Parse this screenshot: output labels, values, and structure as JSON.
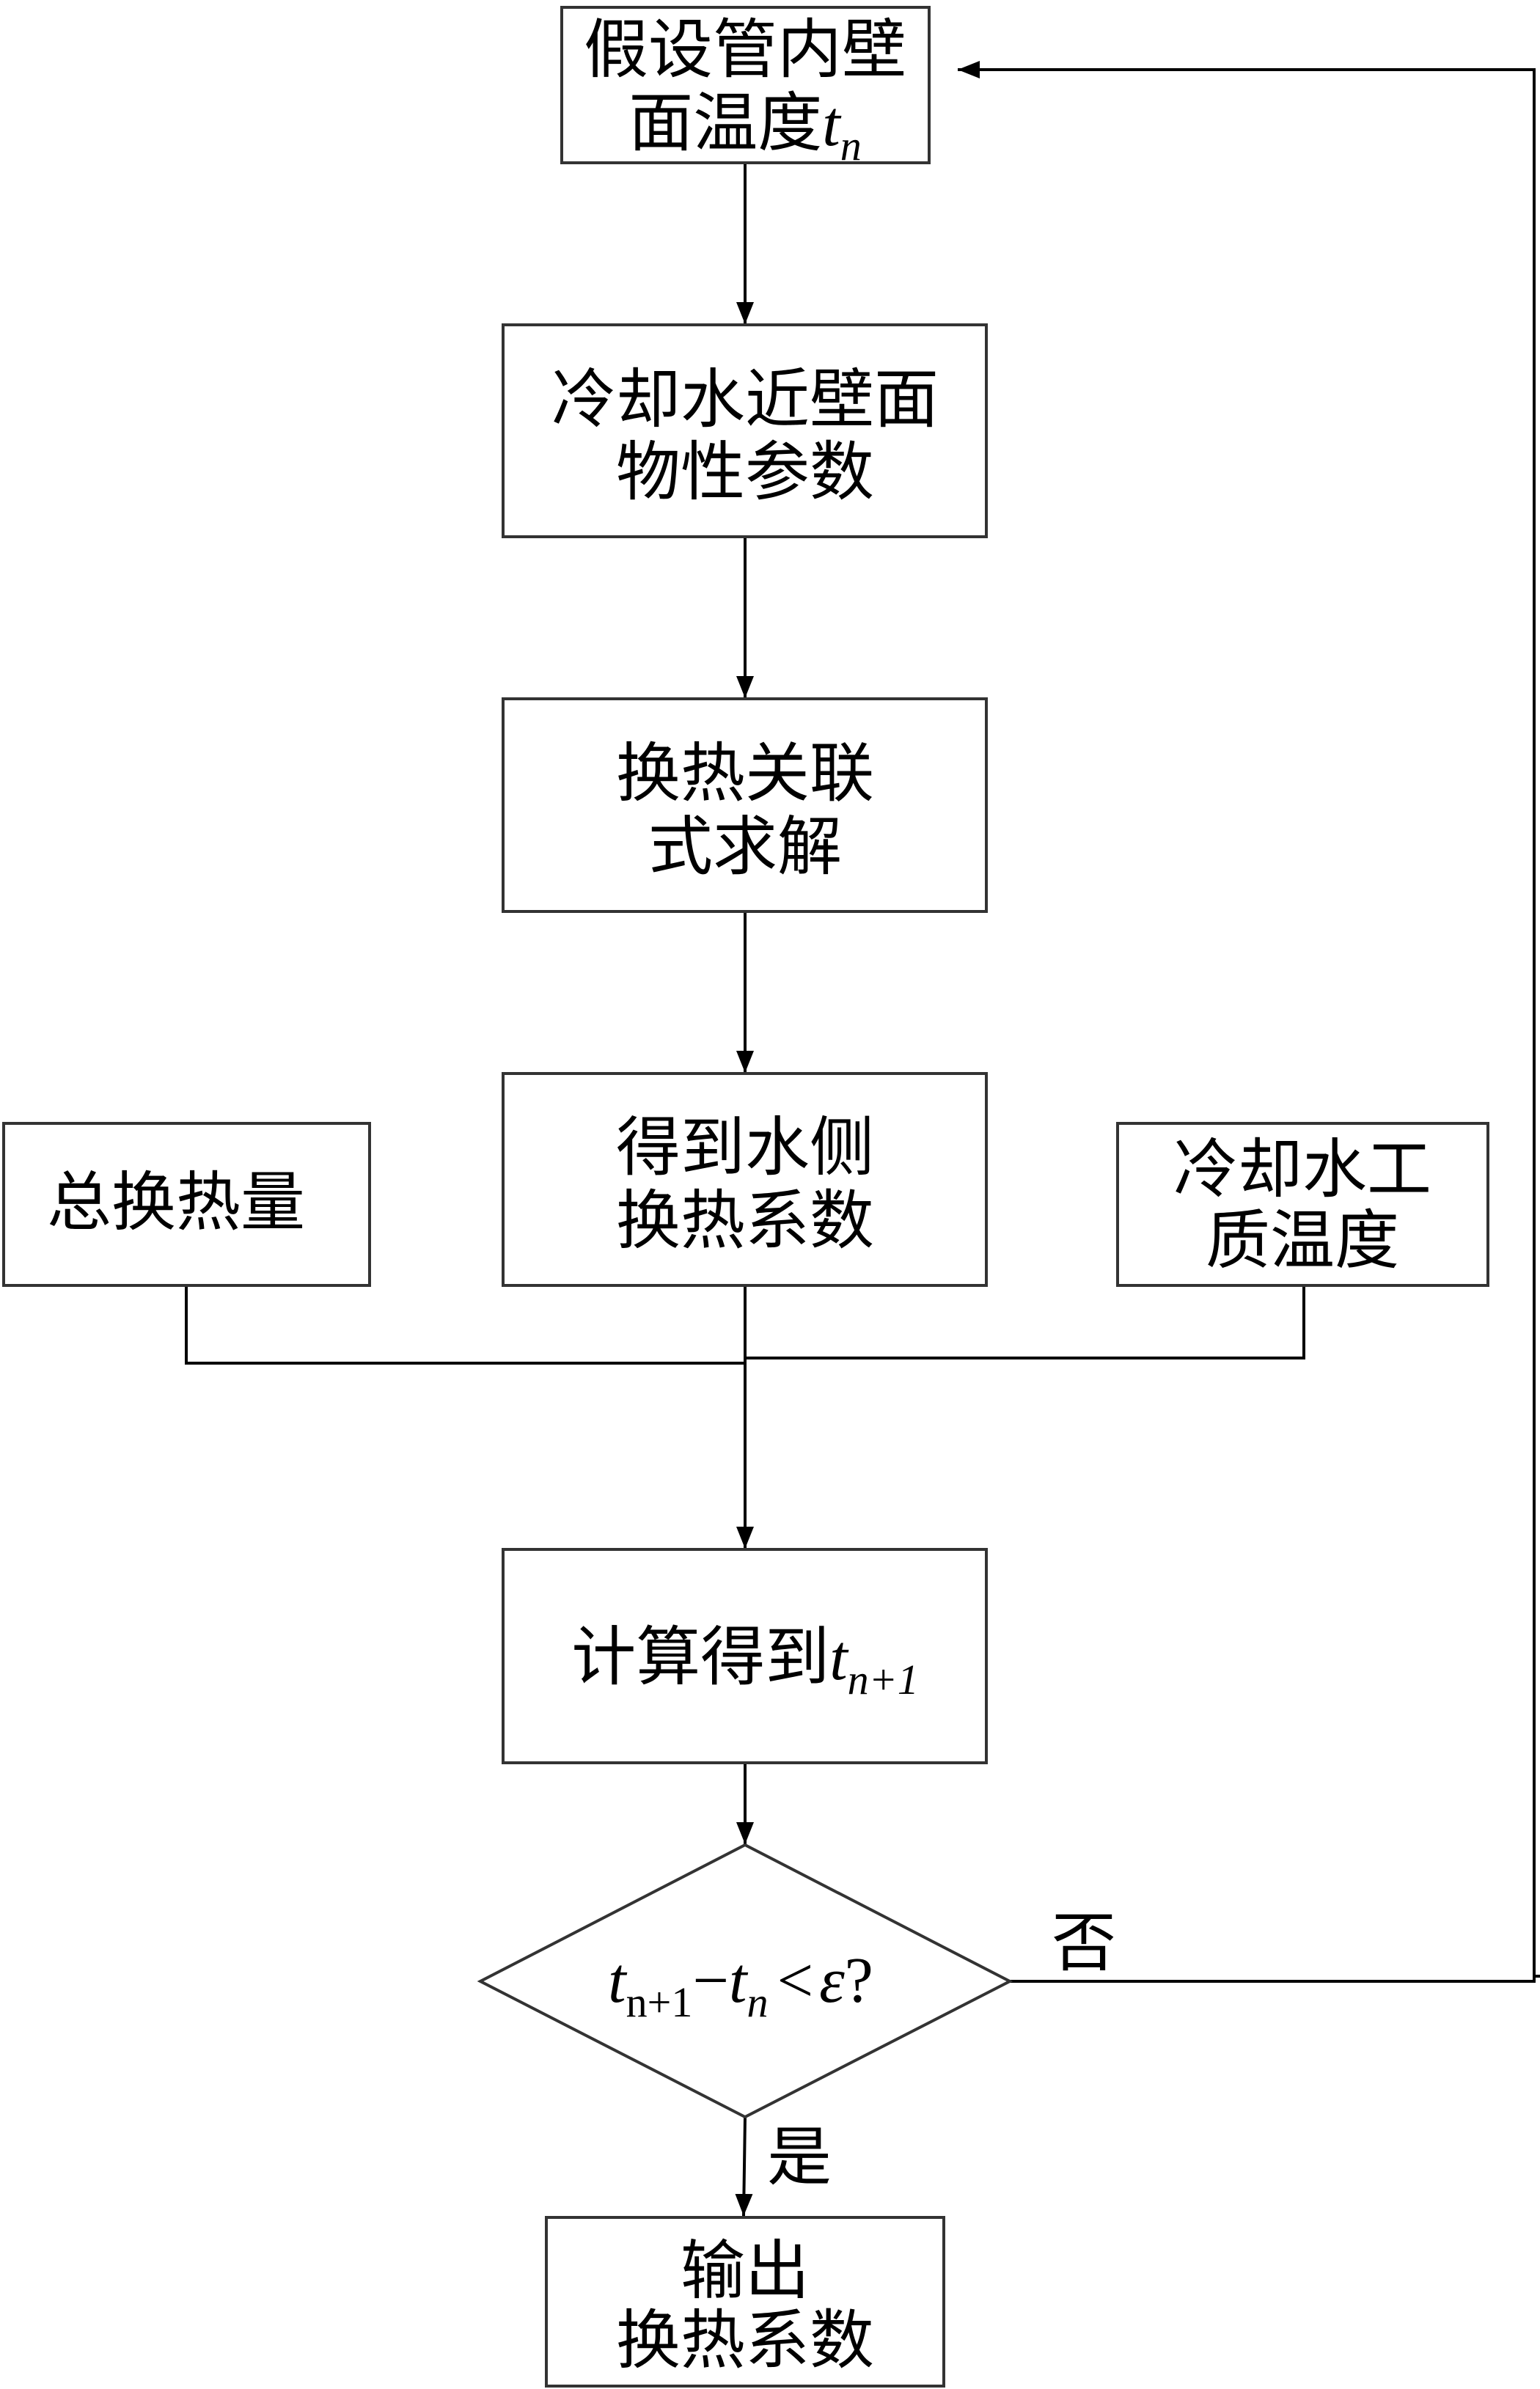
{
  "nodes": {
    "assume_wall_temp": {
      "line1": "假设管内壁",
      "line2_prefix": "面温度",
      "math_var": "t",
      "math_sub": "n"
    },
    "near_wall_props": {
      "line1": "冷却水近壁面",
      "line2": "物性参数"
    },
    "correlation_solve": {
      "line1": "换热关联",
      "line2": "式求解"
    },
    "water_side_coef": {
      "line1": "得到水侧",
      "line2": "换热系数"
    },
    "total_heat": {
      "line1": "总换热量"
    },
    "coolant_temp": {
      "line1": "冷却水工",
      "line2": "质温度"
    },
    "compute_next": {
      "prefix": "计算得到",
      "math_var": "t",
      "math_sub": "n+1"
    },
    "decision": {
      "t1": "t",
      "sub1": "n+1",
      "minus": "−",
      "t2": "t",
      "sub2": "n",
      "lt": "<",
      "eps": "ε",
      "q": "?"
    },
    "output": {
      "line1": "输出",
      "line2": "换热系数"
    }
  },
  "edges": {
    "no_label": "否",
    "yes_label": "是"
  },
  "colors": {
    "stroke": "#000000",
    "box_border": "#333333",
    "background": "#ffffff"
  }
}
